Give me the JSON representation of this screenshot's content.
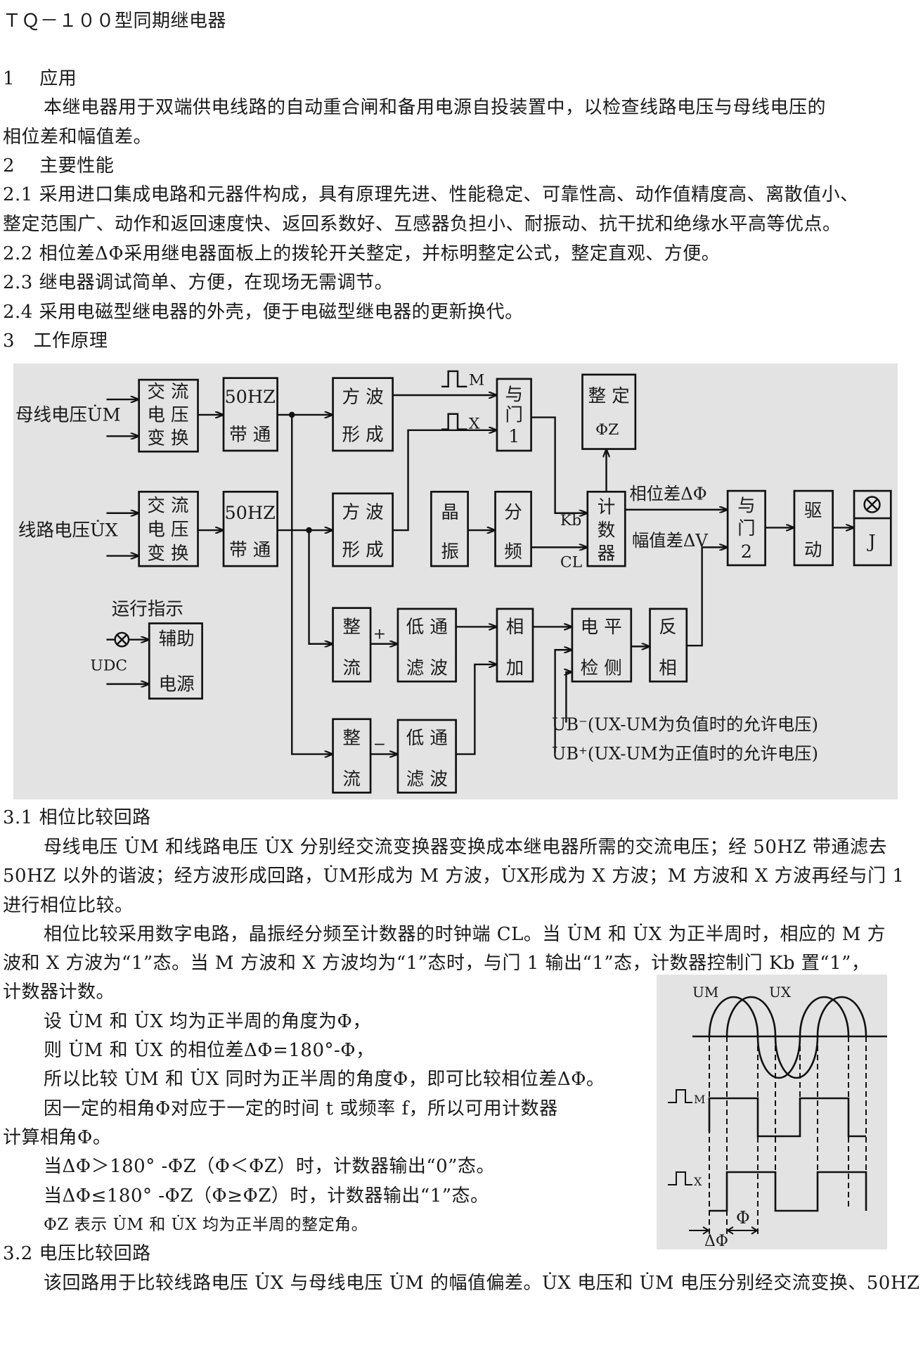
{
  "title": "ＴＱ－１００型同期继电器",
  "s1": {
    "heading": "1　 应用",
    "p1a": "本继电器用于双端供电线路的自动重合闸和备用电源自投装置中，以检查线路电压与母线电压的",
    "p1b": "相位差和幅值差。"
  },
  "s2": {
    "heading": "2　 主要性能",
    "l21a": "2.1 采用进口集成电路和元器件构成，具有原理先进、性能稳定、可靠性高、动作值精度高、离散值小、",
    "l21b": "整定范围广、动作和返回速度快、返回系数好、互感器负担小、耐振动、抗干扰和绝缘水平高等优点。",
    "l22": "2.2  相位差ΔΦ采用继电器面板上的拨轮开关整定，并标明整定公式，整定直观、方便。",
    "l23": "2.3  继电器调试简单、方便，在现场无需调节。",
    "l24": "2.4  采用电磁型继电器的外壳，便于电磁型继电器的更新换代。"
  },
  "s3": {
    "heading": "3　工作原理"
  },
  "diagram": {
    "bus_voltage": "母线电压U̇M",
    "line_voltage": "线路电压U̇X",
    "ac_conv": [
      "交 流",
      "电 压",
      "变 换"
    ],
    "bandpass": [
      "50HZ",
      "带 通"
    ],
    "square": [
      "方 波",
      "形 成"
    ],
    "and1": [
      "与",
      "门",
      "1"
    ],
    "setting": [
      "整 定",
      "ΦZ"
    ],
    "crystal": [
      "晶",
      "振"
    ],
    "divider": [
      "分",
      "频"
    ],
    "counter": [
      "计",
      "数",
      "器"
    ],
    "and2": [
      "与",
      "门",
      "2"
    ],
    "driver": [
      "驱",
      "动"
    ],
    "relay": "J",
    "rectifier": [
      "整",
      "流"
    ],
    "lowpass": [
      "低 通",
      "滤 波"
    ],
    "adder": [
      "相",
      "加"
    ],
    "level": [
      "电 平",
      "检 侧"
    ],
    "inverter": [
      "反",
      "相"
    ],
    "aux": [
      "辅助",
      "电源"
    ],
    "run_indicator": "运行指示",
    "udc": "UDC",
    "m": "M",
    "x": "X",
    "kb": "Kb",
    "cl": "CL",
    "plus": "+",
    "minus": "−",
    "phase_diff": "相位差ΔΦ",
    "amp_diff": "幅值差ΔV",
    "ub_minus": "UB⁻(UX-UM为负值时的允许电压)",
    "ub_plus": "UB⁺(UX-UM为正值时的允许电压)"
  },
  "s31": {
    "heading": "3.1  相位比较回路",
    "lines": [
      "母线电压 U̇M 和线路电压 U̇X 分别经交流变换器变换成本继电器所需的交流电压；经 50HZ 带通滤去",
      "50HZ 以外的谐波；经方波形成回路，U̇M形成为 M 方波，U̇X形成为 X 方波；M 方波和 X 方波再经与门 1",
      "进行相位比较。",
      "相位比较采用数字电路，晶振经分频至计数器的时钟端 CL。当 U̇M 和 U̇X 为正半周时，相应的 M 方",
      "波和 X 方波为“1”态。当 M 方波和 X 方波均为“1”态时，与门 1 输出“1”态，计数器控制门 Kb 置“1”，",
      "计数器计数。",
      "设 U̇M 和 U̇X 均为正半周的角度为Φ，",
      "则 U̇M 和 U̇X 的相位差ΔΦ=180°-Φ，",
      "所以比较 U̇M 和 U̇X 同时为正半周的角度Φ，即可比较相位差ΔΦ。",
      "因一定的相角Φ对应于一定的时间 t 或频率 f，所以可用计数器",
      "计算相角Φ。",
      "当ΔΦ＞180° -ΦZ（Φ＜ΦZ）时，计数器输出“0”态。",
      "当ΔΦ≤180° -ΦZ（Φ≥ΦZ）时，计数器输出“1”态。",
      "ΦZ 表示 U̇M 和 U̇X 均为正半周的整定角。"
    ]
  },
  "wave": {
    "um": "UM",
    "ux": "UX",
    "m": "M",
    "x": "X",
    "phi": "Φ",
    "dphi": "ΔΦ"
  },
  "s32": {
    "heading": "3.2  电压比较回路",
    "l1": "该回路用于比较线路电压 U̇X 与母线电压 U̇M 的幅值偏差。U̇X 电压和 U̇M 电压分别经交流变换、50HZ"
  }
}
